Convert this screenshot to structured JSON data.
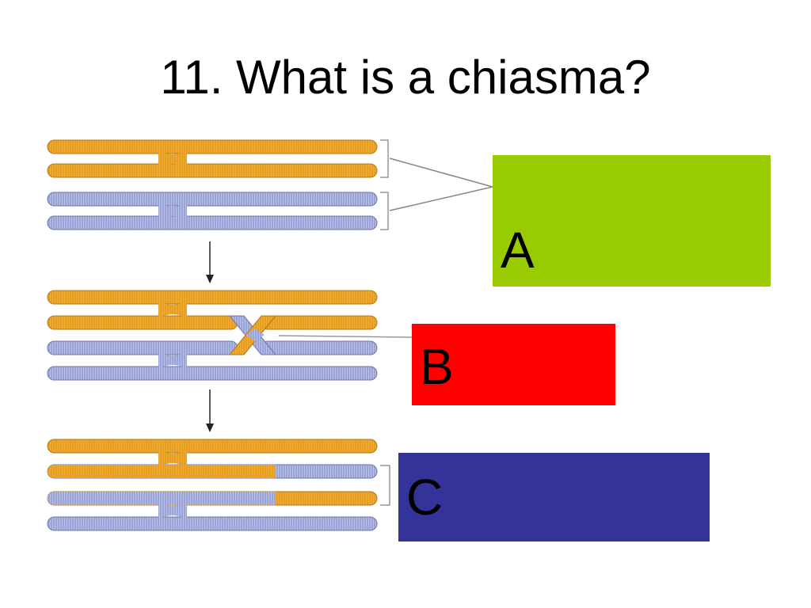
{
  "slide": {
    "title": "11. What is a chiasma?"
  },
  "colors": {
    "chromatid_orange": "#e89e1f",
    "chromatid_blue": "#9aa4d6",
    "box_a": "#99cc00",
    "box_b": "#ff0000",
    "box_c": "#333399",
    "line": "#888888"
  },
  "labels": {
    "a": "A",
    "b": "B",
    "c": "C"
  }
}
